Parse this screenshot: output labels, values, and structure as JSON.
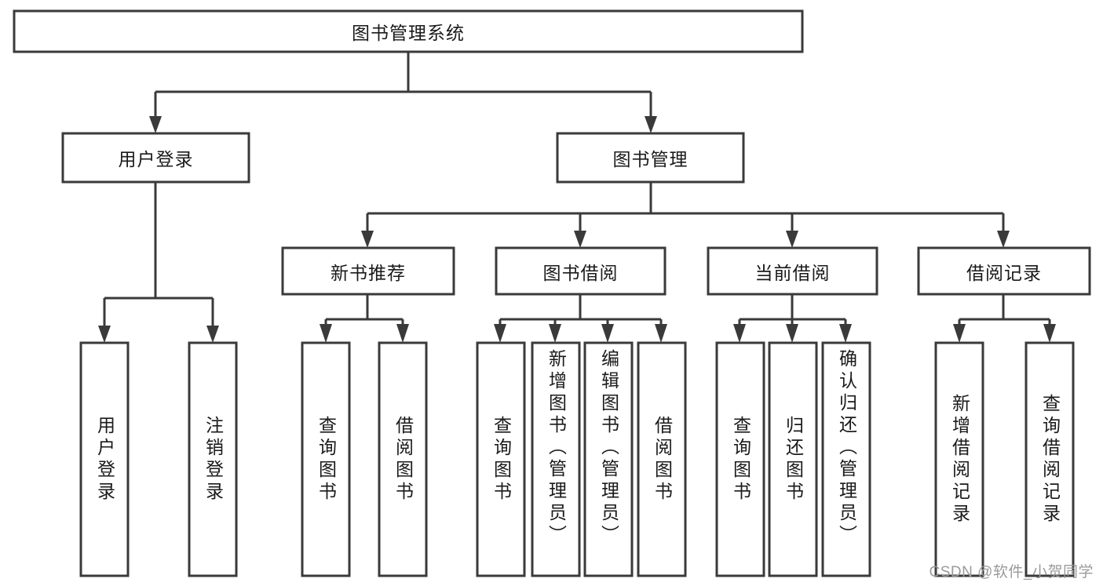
{
  "diagram": {
    "type": "tree-hierarchy",
    "title": "图书管理系统",
    "watermark": "CSDN @软件_小贺同学",
    "colors": {
      "stroke": "#3a3a3a",
      "box_fill": "#ffffff",
      "text": "#1a1a1a",
      "watermark": "#9a9a9a",
      "background": "#ffffff"
    },
    "levels": {
      "root": {
        "label": "图书管理系统",
        "orientation": "horizontal"
      },
      "level2": [
        {
          "label": "用户登录",
          "orientation": "horizontal"
        },
        {
          "label": "图书管理",
          "orientation": "horizontal"
        }
      ],
      "level3": [
        {
          "label": "新书推荐",
          "orientation": "horizontal"
        },
        {
          "label": "图书借阅",
          "orientation": "horizontal"
        },
        {
          "label": "当前借阅",
          "orientation": "horizontal"
        },
        {
          "label": "借阅记录",
          "orientation": "horizontal"
        }
      ],
      "leaves_user_login": [
        {
          "label": "用户登录",
          "orientation": "vertical"
        },
        {
          "label": "注销登录",
          "orientation": "vertical"
        }
      ],
      "leaves_new_book": [
        {
          "label": "查询图书",
          "orientation": "vertical"
        },
        {
          "label": "借阅图书",
          "orientation": "vertical"
        }
      ],
      "leaves_borrow": [
        {
          "label": "查询图书",
          "orientation": "vertical"
        },
        {
          "label": "新增图书（管理员）",
          "orientation": "vertical"
        },
        {
          "label": "编辑图书（管理员）",
          "orientation": "vertical"
        },
        {
          "label": "借阅图书",
          "orientation": "vertical"
        }
      ],
      "leaves_current": [
        {
          "label": "查询图书",
          "orientation": "vertical"
        },
        {
          "label": "归还图书",
          "orientation": "vertical"
        },
        {
          "label": "确认归还（管理员）",
          "orientation": "vertical"
        }
      ],
      "leaves_records": [
        {
          "label": "新增借阅记录",
          "orientation": "vertical"
        },
        {
          "label": "查询借阅记录",
          "orientation": "vertical"
        }
      ]
    }
  }
}
